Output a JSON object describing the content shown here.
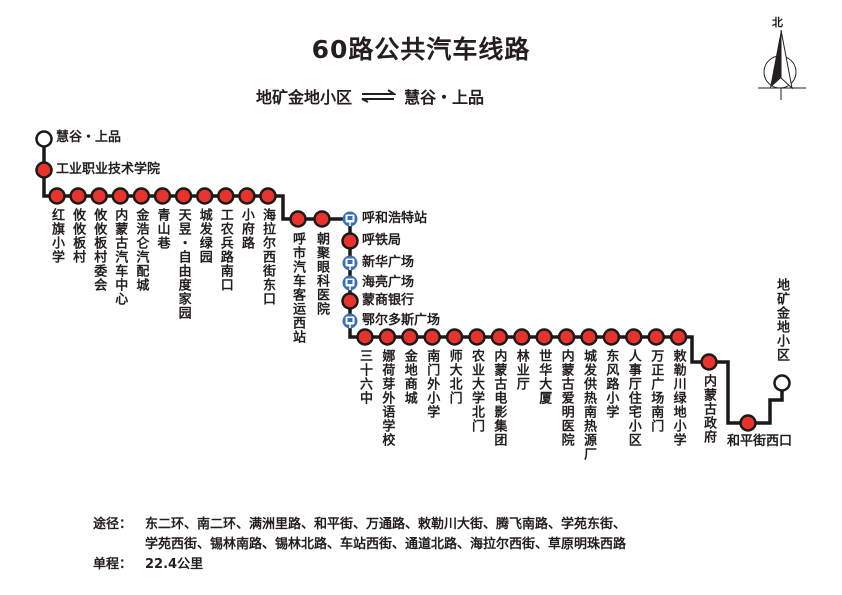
{
  "header": {
    "title": "60路公共汽车线路",
    "direction_from": "地矿金地小区",
    "direction_to": "慧谷・上品",
    "compass_label": "北"
  },
  "colors": {
    "line": "#1a1a1a",
    "stop_fill": "#e8332a",
    "terminal_fill": "#ffffff",
    "hub_icon": "#3a6fb5"
  },
  "stops": {
    "terminal_start": "慧谷・上品",
    "second": "工业职业技术学院",
    "top_row": [
      "红旗小学",
      "攸攸板村",
      "攸攸板村委会",
      "内蒙古汽车中心",
      "金浩仑汽配城",
      "青山巷",
      "天昱・自由度家园",
      "城发绿园",
      "工农兵路南口",
      "小府路",
      "海拉尔西街东口"
    ],
    "mid_row": [
      "呼市汽车客运西站",
      "朝聚眼科医院"
    ],
    "center_column": [
      {
        "name": "呼和浩特站",
        "type": "hub-icon"
      },
      {
        "name": "呼铁局",
        "type": "stop"
      },
      {
        "name": "新华广场",
        "type": "hub-icon"
      },
      {
        "name": "海亮广场",
        "type": "hub-icon"
      },
      {
        "name": "蒙商银行",
        "type": "stop"
      },
      {
        "name": "鄂尔多斯广场",
        "type": "hub-icon"
      }
    ],
    "bottom_row": [
      "三十六中",
      "娜荷芽外语学校",
      "金地商城",
      "南门外小学",
      "师大北门",
      "农业大学北门",
      "内蒙古电影集团",
      "林业厅",
      "世华大厦",
      "内蒙古爱明医院",
      "城发供热南热源厂",
      "东风路小学",
      "人事厅住宅小区",
      "万正广场南门",
      "敕勒川绿地小学"
    ],
    "tail": [
      "内蒙古政府",
      "和平街西口"
    ],
    "terminal_end": "地矿金地小区"
  },
  "footer": {
    "via_label": "途径：",
    "via_line1": "东二环、南二环、满洲里路、和平街、万通路、敕勒川大街、腾飞南路、学苑东街、",
    "via_line2": "学苑西街、锡林南路、锡林北路、车站西街、通道北路、海拉尔西街、草原明珠西路",
    "distance_label": "单程：",
    "distance_value": "22.4公里"
  }
}
